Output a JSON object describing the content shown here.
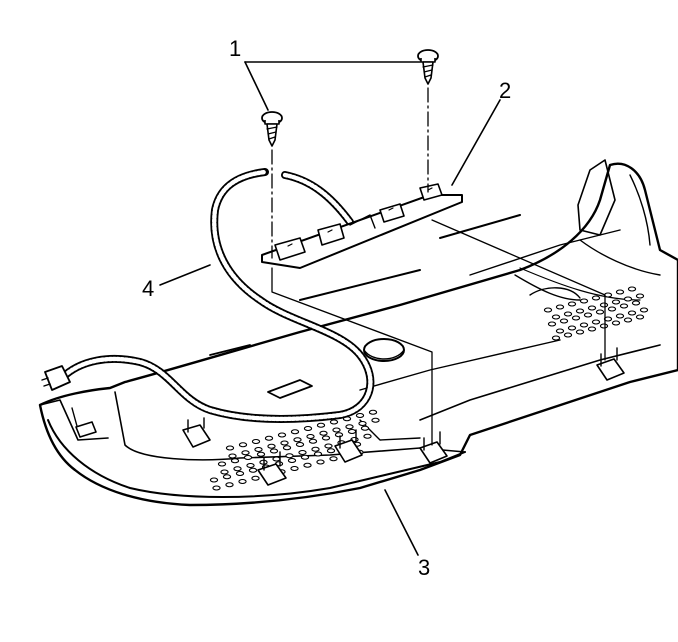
{
  "callouts": {
    "screws": "1",
    "bracket": "2",
    "headliner": "3",
    "harness": "4"
  }
}
